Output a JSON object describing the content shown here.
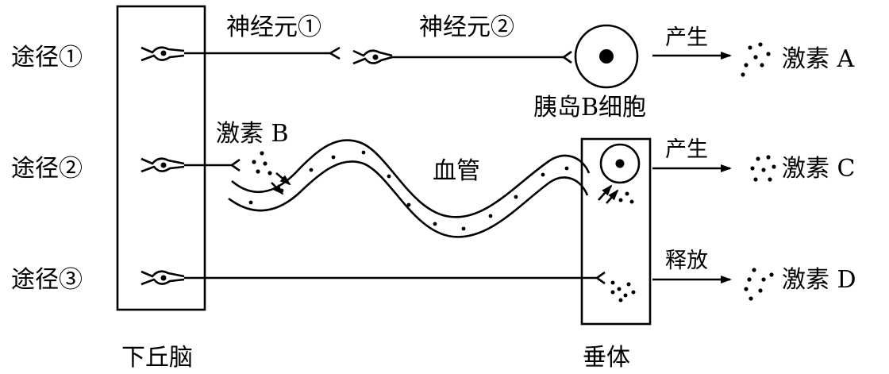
{
  "pathways": {
    "p1": "途径①",
    "p2": "途径②",
    "p3": "途径③"
  },
  "structures": {
    "hypothalamus": "下丘脑",
    "pituitary": "垂体",
    "neuron1": "神经元①",
    "neuron2": "神经元②",
    "islet_b_cell": "胰岛B细胞",
    "blood_vessel": "血管"
  },
  "hormones": {
    "a": "激素 A",
    "b": "激素 B",
    "c": "激素 C",
    "d": "激素 D"
  },
  "actions": {
    "produce_1": "产生",
    "produce_2": "产生",
    "release": "释放"
  }
}
